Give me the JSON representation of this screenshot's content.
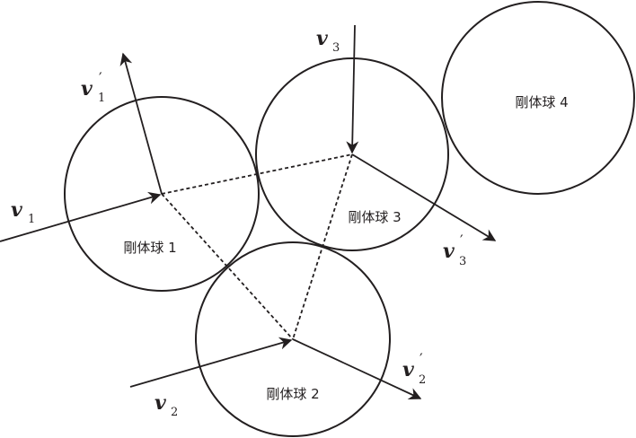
{
  "balls": [
    {
      "label": "剛体球 1"
    },
    {
      "label": "剛体球 2"
    },
    {
      "label": "剛体球 3"
    },
    {
      "label": "剛体球 4"
    }
  ],
  "vectors": [
    {
      "base": "v",
      "sub": "1",
      "prime": ""
    },
    {
      "base": "v",
      "sub": "1",
      "prime": "′"
    },
    {
      "base": "v",
      "sub": "2",
      "prime": ""
    },
    {
      "base": "v",
      "sub": "2",
      "prime": "′"
    },
    {
      "base": "v",
      "sub": "3",
      "prime": ""
    },
    {
      "base": "v",
      "sub": "3",
      "prime": "′"
    }
  ]
}
